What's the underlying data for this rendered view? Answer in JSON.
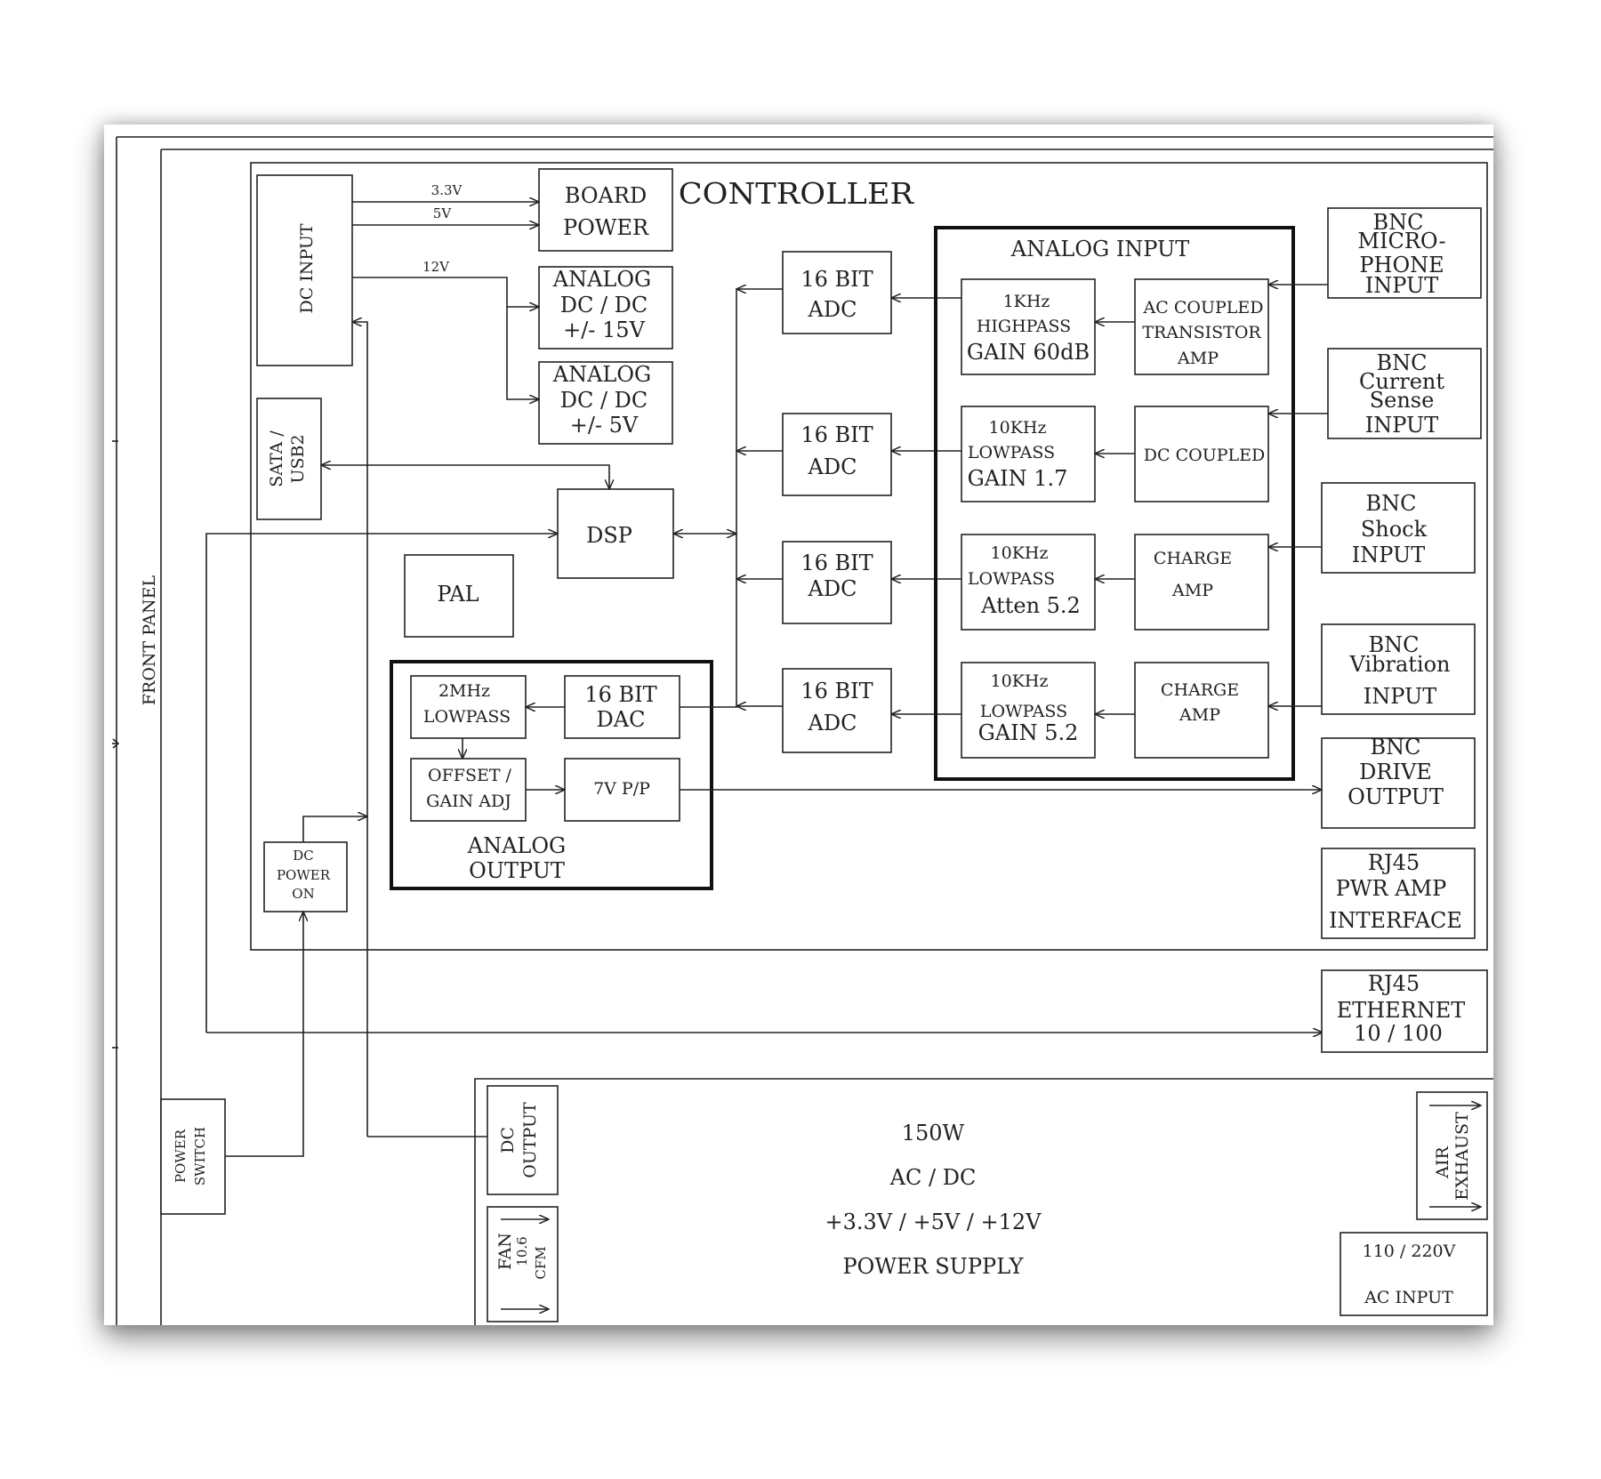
{
  "title": "PIND CONTROLLER",
  "front_panel": "FRONT PANEL",
  "dc_input": "DC INPUT",
  "rails": {
    "v33": "3.3V",
    "v5": "5V",
    "v12": "12V"
  },
  "board_power": [
    "BOARD",
    "POWER"
  ],
  "analog_dcdc_15": [
    "ANALOG",
    "DC / DC",
    "+/- 15V"
  ],
  "analog_dcdc_5": [
    "ANALOG",
    "DC / DC",
    "+/- 5V"
  ],
  "sata_usb": [
    "SATA /",
    "USB2"
  ],
  "dsp": "DSP",
  "pal": "PAL",
  "adc": [
    "16 BIT",
    "ADC"
  ],
  "analog_input": {
    "title": "ANALOG INPUT",
    "filters": [
      [
        "1KHz",
        "HIGHPASS",
        "GAIN 60dB"
      ],
      [
        "10KHz",
        "LOWPASS",
        "GAIN 1.7"
      ],
      [
        "10KHz",
        "LOWPASS",
        "Atten 5.2"
      ],
      [
        "10KHz",
        "LOWPASS",
        "GAIN 5.2"
      ]
    ],
    "amps": [
      [
        "AC COUPLED",
        "TRANSISTOR",
        "AMP"
      ],
      [
        "DC COUPLED"
      ],
      [
        "CHARGE",
        "AMP"
      ],
      [
        "CHARGE",
        "AMP"
      ]
    ]
  },
  "bnc_inputs": [
    [
      "BNC",
      "MICRO-",
      "PHONE",
      "INPUT"
    ],
    [
      "BNC",
      "Current",
      "Sense",
      "INPUT"
    ],
    [
      "BNC",
      "Shock",
      "INPUT"
    ],
    [
      "BNC",
      "Vibration",
      "INPUT"
    ]
  ],
  "bnc_drive_output": [
    "BNC",
    "DRIVE",
    "OUTPUT"
  ],
  "rj45_pwr_amp": [
    "RJ45",
    "PWR AMP",
    "INTERFACE"
  ],
  "rj45_ethernet": [
    "RJ45",
    "ETHERNET",
    "10 / 100"
  ],
  "analog_output": {
    "title": [
      "ANALOG",
      "OUTPUT"
    ],
    "lowpass": [
      "2MHz",
      "LOWPASS"
    ],
    "dac": [
      "16 BIT",
      "DAC"
    ],
    "offset": [
      "OFFSET /",
      "GAIN ADJ"
    ],
    "vpp": "7V P/P"
  },
  "dc_power_on": [
    "DC",
    "POWER",
    "ON"
  ],
  "power_switch": [
    "POWER",
    "SWITCH"
  ],
  "dc_output": [
    "DC",
    "OUTPUT"
  ],
  "fan": [
    "FAN",
    "10.6",
    "CFM"
  ],
  "air_exhaust": [
    "AIR",
    "EXHAUST"
  ],
  "power_supply": [
    "150W",
    "AC / DC",
    "+3.3V / +5V / +12V",
    "POWER SUPPLY"
  ],
  "ac_input": [
    "110 / 220V",
    "AC INPUT"
  ]
}
